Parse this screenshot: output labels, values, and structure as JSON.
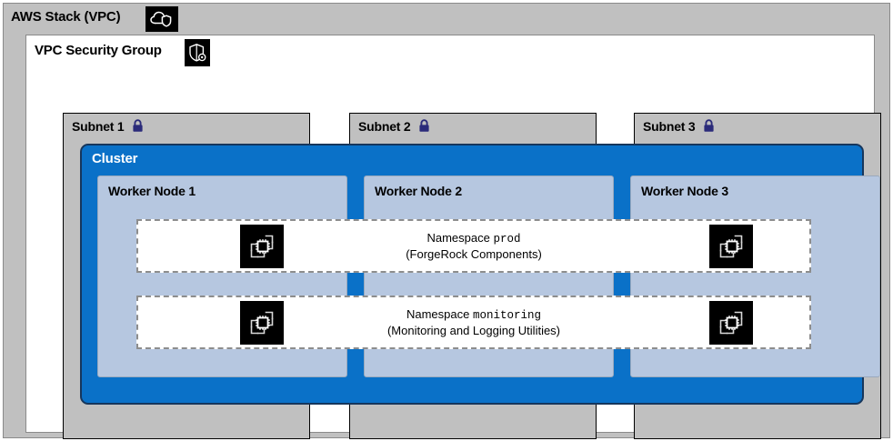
{
  "diagram": {
    "title": "AWS Stack (VPC)",
    "vpc_icon": "cloud-shield-icon",
    "security_group": {
      "title": "VPC Security Group",
      "icon": "shield-gear-icon"
    },
    "subnets": [
      {
        "label": "Subnet 1",
        "icon": "lock-icon"
      },
      {
        "label": "Subnet 2",
        "icon": "lock-icon"
      },
      {
        "label": "Subnet 3",
        "icon": "lock-icon"
      }
    ],
    "cluster": {
      "title": "Cluster",
      "workers": [
        {
          "label": "Worker Node 1"
        },
        {
          "label": "Worker Node 2"
        },
        {
          "label": "Worker Node 3"
        }
      ],
      "namespaces": [
        {
          "prefix": "Namespace",
          "name": "prod",
          "subtitle": "(ForgeRock Components)",
          "pod_icon": "ec2-instance-icon"
        },
        {
          "prefix": "Namespace",
          "name": "monitoring",
          "subtitle": "(Monitoring and Logging Utilities)",
          "pod_icon": "ec2-instance-icon"
        }
      ]
    },
    "colors": {
      "stack_background": "#c0c0c0",
      "security_group_background": "#ffffff",
      "subnet_background": "#c0c0c0",
      "cluster_background": "#0a71c8",
      "cluster_border": "#16365c",
      "worker_background": "#b6c7e0",
      "namespace_background": "#ffffff",
      "namespace_border": "#8d8d8d",
      "lock_color": "#2b2b7a",
      "icon_background": "#000000"
    }
  }
}
